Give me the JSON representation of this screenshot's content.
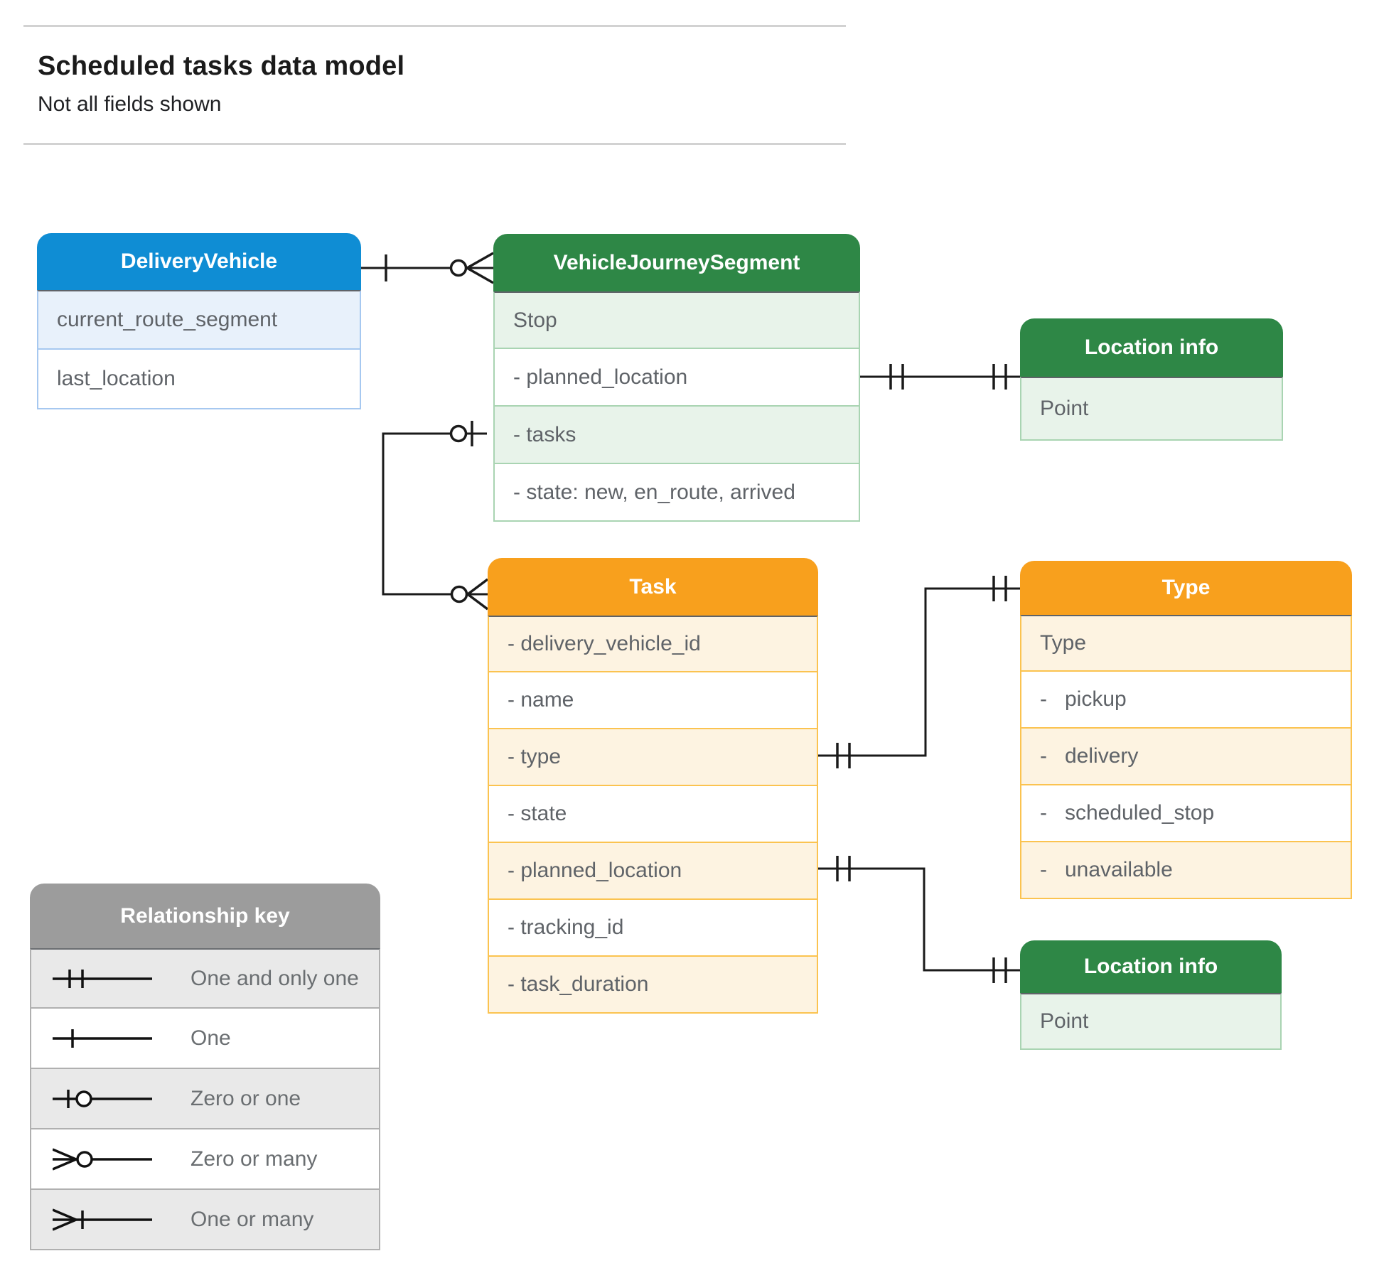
{
  "page": {
    "title": "Scheduled tasks data model",
    "subtitle": "Not all fields shown"
  },
  "entities": {
    "delivery_vehicle": {
      "title": "DeliveryVehicle",
      "rows": [
        "current_route_segment",
        "last_location"
      ]
    },
    "vehicle_journey_segment": {
      "title": "VehicleJourneySegment",
      "rows": [
        "Stop",
        "- planned_location",
        "- tasks",
        "- state: new, en_route, arrived"
      ]
    },
    "location_info_top": {
      "title": "Location info",
      "rows": [
        "Point"
      ]
    },
    "task": {
      "title": "Task",
      "rows": [
        "- delivery_vehicle_id",
        "- name",
        "- type",
        "- state",
        "- planned_location",
        "- tracking_id",
        "- task_duration"
      ]
    },
    "type": {
      "title": "Type",
      "rows": [
        "Type",
        "-   pickup",
        "-   delivery",
        "-   scheduled_stop",
        "-   unavailable"
      ]
    },
    "location_info_bottom": {
      "title": "Location info",
      "rows": [
        "Point"
      ]
    }
  },
  "relationships": [
    {
      "from": "DeliveryVehicle",
      "to": "VehicleJourneySegment",
      "from_cardinality": "one",
      "to_cardinality": "zero-or-many"
    },
    {
      "from": "VehicleJourneySegment.planned_location",
      "to": "Location info",
      "from_cardinality": "one-and-only-one",
      "to_cardinality": "one-and-only-one"
    },
    {
      "from": "VehicleJourneySegment.tasks",
      "to": "Task",
      "from_cardinality": "zero-or-one",
      "to_cardinality": "zero-or-many"
    },
    {
      "from": "Task.type",
      "to": "Type",
      "from_cardinality": "one-and-only-one",
      "to_cardinality": "one-and-only-one"
    },
    {
      "from": "Task.planned_location",
      "to": "Location info",
      "from_cardinality": "one-and-only-one",
      "to_cardinality": "one-and-only-one"
    }
  ],
  "legend": {
    "title": "Relationship key",
    "items": [
      {
        "icon": "one-and-only-one-notation",
        "label": "One and only one"
      },
      {
        "icon": "one-notation",
        "label": "One"
      },
      {
        "icon": "zero-or-one-notation",
        "label": "Zero or one"
      },
      {
        "icon": "zero-or-many-notation",
        "label": "Zero or many"
      },
      {
        "icon": "one-or-many-notation",
        "label": "One or many"
      }
    ]
  },
  "colors": {
    "blue": "#0f8dd4",
    "blue_tint": "#e8f1fb",
    "blue_border": "#a6c8f0",
    "green": "#2e8746",
    "green_tint": "#e8f3ea",
    "green_border": "#a9d4b2",
    "orange": "#f8a01d",
    "orange_tint": "#fdf3e1",
    "orange_border": "#fbc350",
    "gray": "#9c9c9c",
    "gray_tint": "#e9e9e9",
    "gray_border": "#b0b0b0",
    "line": "#1a1a1a"
  }
}
